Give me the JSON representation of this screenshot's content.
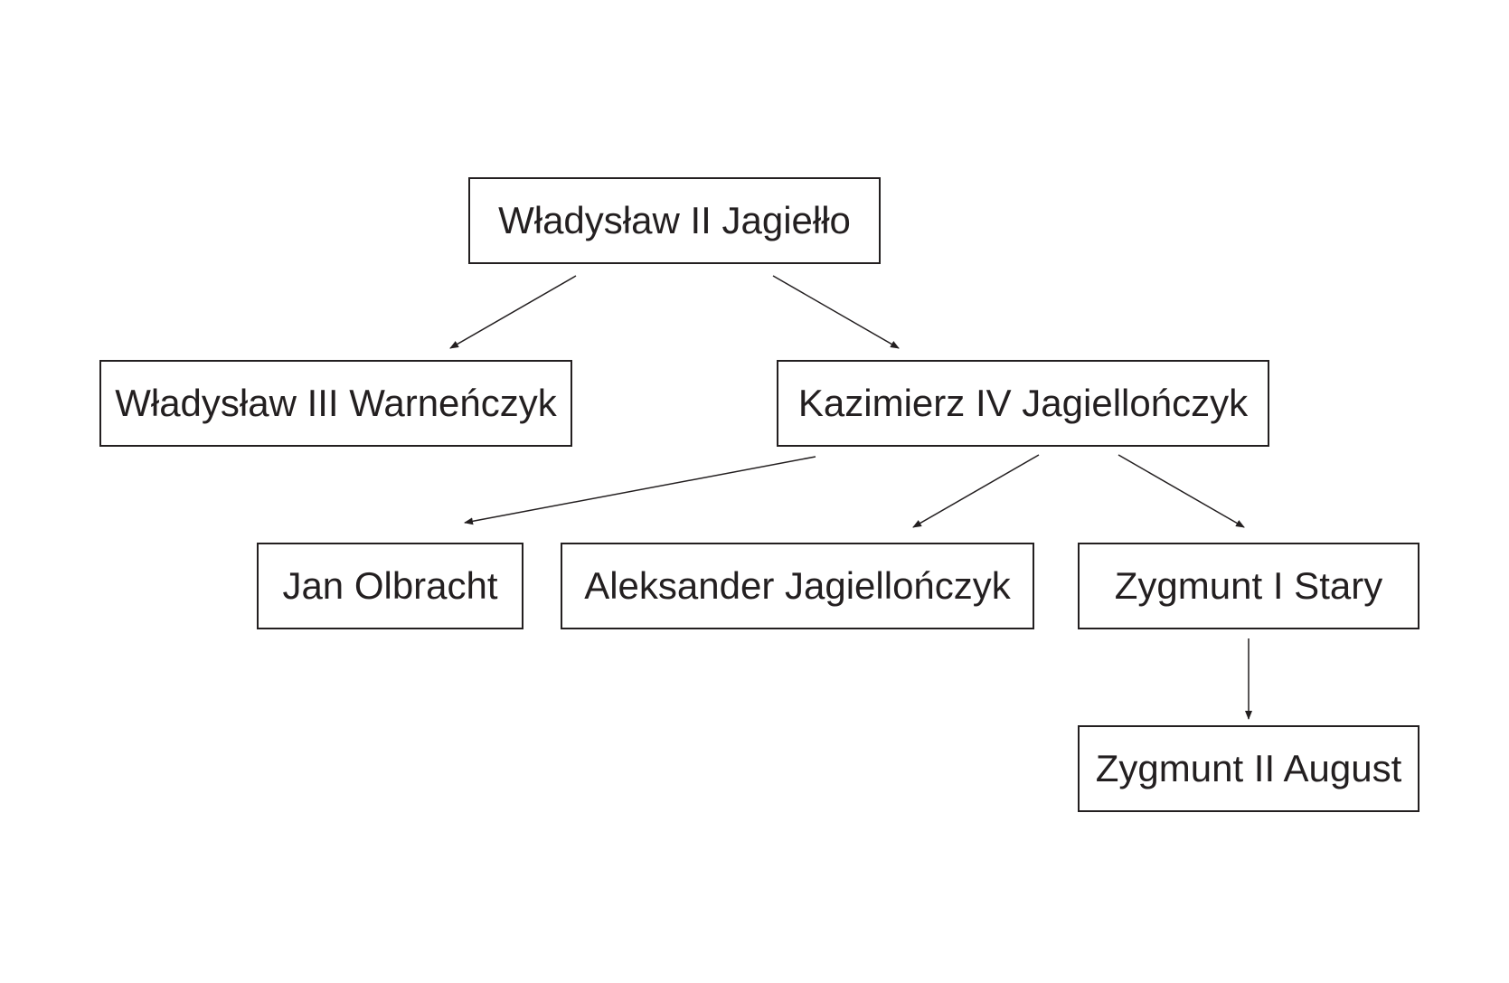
{
  "diagram": {
    "nodes": {
      "root": {
        "label": "Władysław II Jagiełło"
      },
      "wladyslaw3": {
        "label": "Władysław III Warneńczyk"
      },
      "kazimierz4": {
        "label": "Kazimierz IV Jagiellończyk"
      },
      "jan": {
        "label": "Jan Olbracht"
      },
      "aleksander": {
        "label": "Aleksander Jagiellończyk"
      },
      "zygmunt1": {
        "label": "Zygmunt I Stary"
      },
      "zygmunt2": {
        "label": "Zygmunt II August"
      }
    },
    "edges": [
      {
        "from": "root",
        "to": "wladyslaw3"
      },
      {
        "from": "root",
        "to": "kazimierz4"
      },
      {
        "from": "kazimierz4",
        "to": "jan"
      },
      {
        "from": "kazimierz4",
        "to": "aleksander"
      },
      {
        "from": "kazimierz4",
        "to": "zygmunt1"
      },
      {
        "from": "zygmunt1",
        "to": "zygmunt2"
      }
    ],
    "colors": {
      "stroke": "#231f20",
      "background": "#ffffff"
    }
  }
}
